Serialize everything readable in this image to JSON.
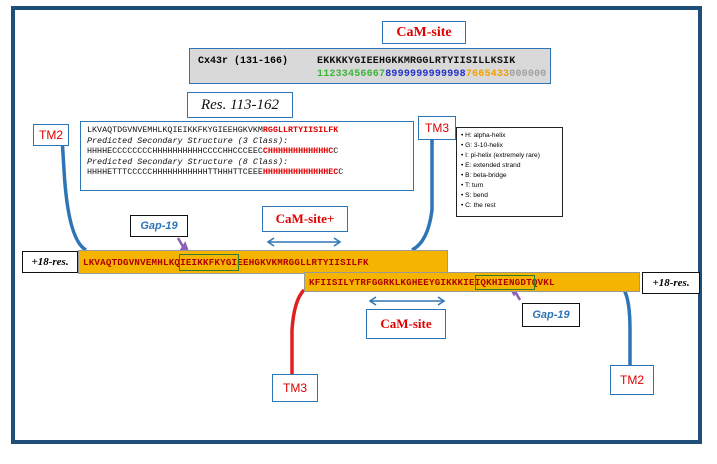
{
  "colors": {
    "frame": "#1f4e79",
    "box_border": "#2e75b6",
    "red_label": "#e00000",
    "helix_bar": "#f4b400",
    "tm_red_line": "#e02020",
    "tm_blue_line": "#2e75b6",
    "arrow_purple": "#8e5fb5",
    "score_green": "#3cb43c",
    "score_blue": "#2030c8",
    "score_orange": "#f0a000",
    "score_gray": "#a0a0a0"
  },
  "cam_site_top": {
    "title": "CaM-site",
    "seq_label": "Cx43r (131-166)",
    "sequence": "EKKKKYGIEEHGKKMRGGLRTYIISILLKSIK",
    "scores_green": "11233456667",
    "scores_blue": "8999999999998",
    "scores_orange": "7665433",
    "scores_gray": "000000"
  },
  "res_panel": {
    "title": "Res. 113-162",
    "sequence_black": "LKVAQTDGVNVEMHLKQIEIKKFKYGIEEHGKVKM",
    "sequence_red": "RGGLLRTYIISILFK",
    "heading_3": "Predicted Secondary Structure (3 Class):",
    "ss3_black": "HHHHECCCCCCCCHHHHHHHHHHCCCCHHCCCEEC",
    "ss3_red": "CHHHHHHHHHHHHC",
    "ss3_tail": "C",
    "heading_8": "Predicted Secondary Structure (8 Class):",
    "ss8_black": "HHHHETTTCCCCCHHHHHHHHHHHTTHHHTTCEEE",
    "ss8_red": "HHHHHHHHHHHHHEC",
    "ss8_tail": "C"
  },
  "legend": {
    "items": [
      "H: alpha-helix",
      "G: 3-10-helix",
      "I: pi-helix (extremely rare)",
      "E: extended strand",
      "B: beta-bridge",
      "T: turn",
      "S: bend",
      "C: the rest"
    ]
  },
  "labels": {
    "tm2_left": "TM2",
    "tm3_top": "TM3",
    "tm3_bottom": "TM3",
    "tm2_right": "TM2",
    "gap19_top": "Gap-19",
    "gap19_bottom": "Gap-19",
    "cam_site_plus": "CaM-site+",
    "cam_site_lower": "CaM-site",
    "plus18_left": "+18-res.",
    "plus18_right": "+18-res."
  },
  "helix_top": {
    "sequence": "LKVAQTDGVNVEMHLKQIEIKKFKYGIEEHGKVKMRGGLLRTYIISILFK"
  },
  "helix_bottom": {
    "sequence": "KFIISILYTRFGGRKLKGHEEYGIKKKIEIQKHIENGDTQVKL"
  }
}
